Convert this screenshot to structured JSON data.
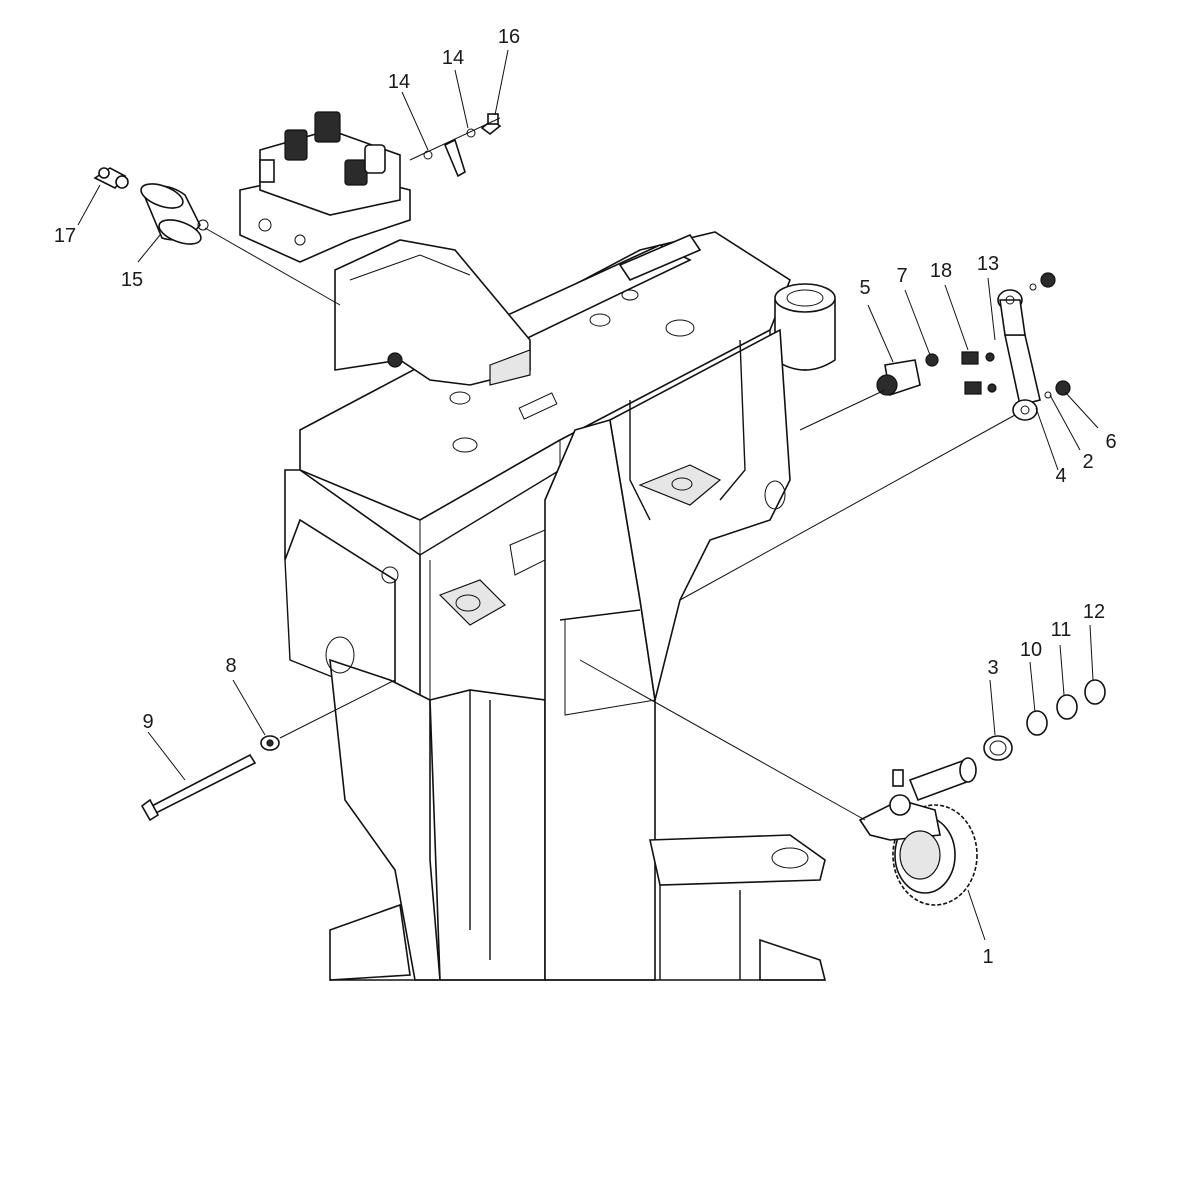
{
  "labels": {
    "l1": "1",
    "l2": "2",
    "l3": "3",
    "l4": "4",
    "l5": "5",
    "l6": "6",
    "l7": "7",
    "l8": "8",
    "l9": "9",
    "l10": "10",
    "l11": "11",
    "l12": "12",
    "l13": "13",
    "l14a": "14",
    "l14b": "14",
    "l15": "15",
    "l16": "16",
    "l17": "17",
    "l18": "18"
  }
}
